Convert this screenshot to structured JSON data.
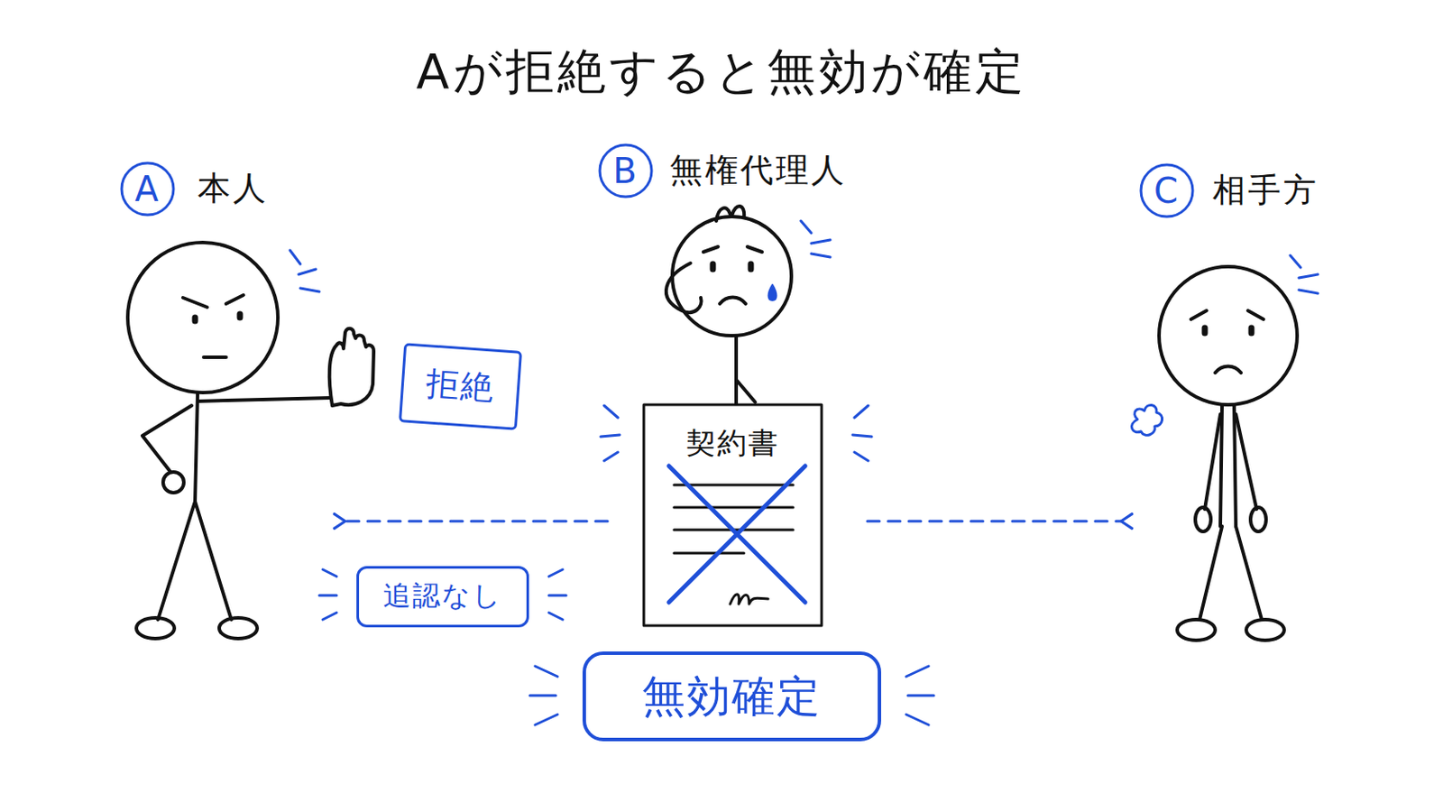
{
  "diagram": {
    "title": "Aが拒絶すると無効が確定",
    "nodes": [
      {
        "text": [
          "A"
        ]
      },
      {
        "text": [
          "B"
        ]
      },
      {
        "text": [
          "C"
        ]
      },
      {
        "text": [
          "拒絶"
        ]
      },
      {
        "text": [
          "契約書"
        ]
      },
      {
        "text": [
          "追認なし"
        ]
      },
      {
        "text": [
          "無効確定"
        ]
      }
    ],
    "labels": [
      "本人",
      "無権代理人",
      "相手方"
    ]
  }
}
